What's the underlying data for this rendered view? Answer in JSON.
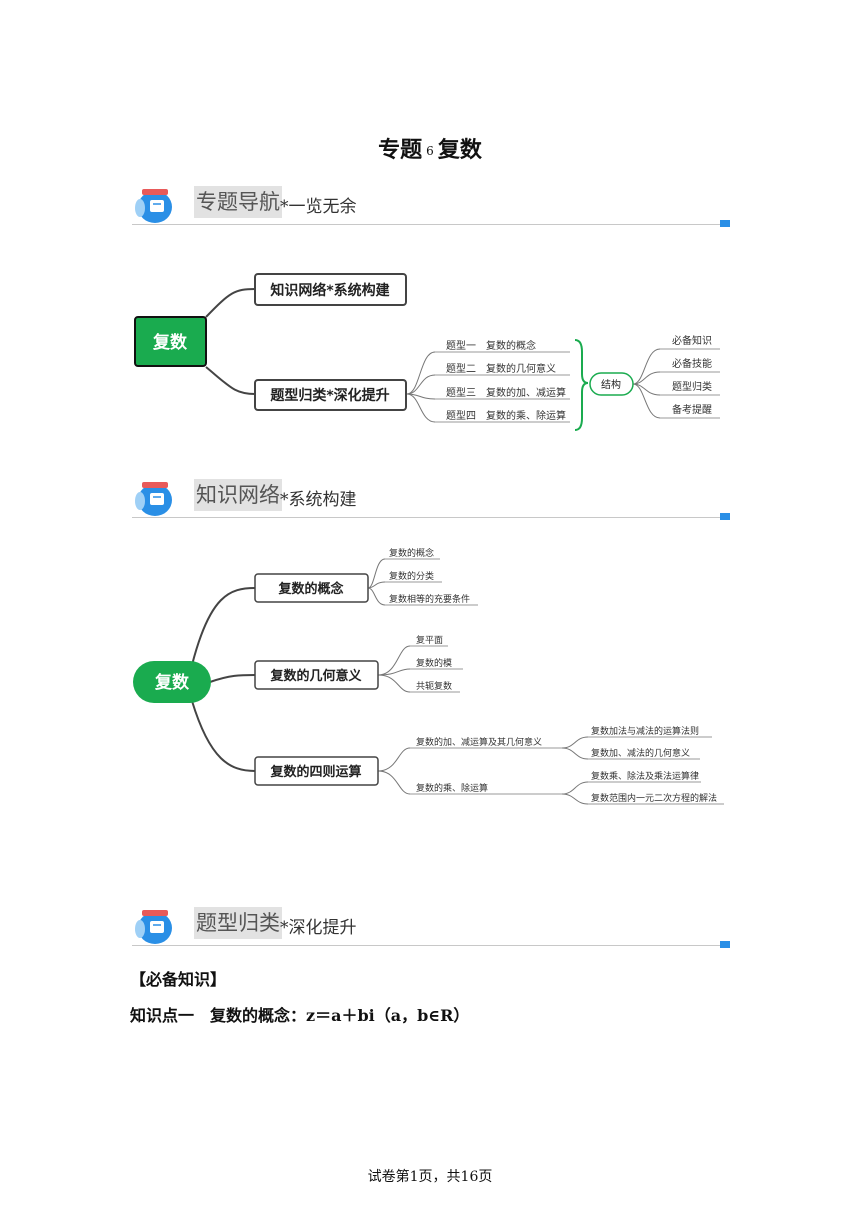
{
  "title": {
    "prefix": "专题",
    "number": "6",
    "suffix": "复数"
  },
  "sections": [
    {
      "label": "专题导航",
      "sub": "*一览无余"
    },
    {
      "label": "知识网络",
      "sub": "*系统构建"
    },
    {
      "label": "题型归类",
      "sub": "*深化提升"
    }
  ],
  "map1": {
    "root": "复数",
    "branches": [
      "知识网络*系统构建",
      "题型归类*深化提升"
    ],
    "types": [
      "题型一　复数的概念",
      "题型二　复数的几何意义",
      "题型三　复数的加、减运算",
      "题型四　复数的乘、除运算"
    ],
    "structure": "结构",
    "parts": [
      "必备知识",
      "必备技能",
      "题型归类",
      "备考提醒"
    ]
  },
  "map2": {
    "root": "复数",
    "branches": [
      {
        "label": "复数的概念",
        "items": [
          "复数的概念",
          "复数的分类",
          "复数相等的充要条件"
        ]
      },
      {
        "label": "复数的几何意义",
        "items": [
          "复平面",
          "复数的模",
          "共轭复数"
        ]
      },
      {
        "label": "复数的四则运算",
        "items": [
          {
            "label": "复数的加、减运算及其几何意义",
            "items": [
              "复数加法与减法的运算法则",
              "复数加、减法的几何意义"
            ]
          },
          {
            "label": "复数的乘、除运算",
            "items": [
              "复数乘、除法及乘法运算律",
              "复数范围内一元二次方程的解法"
            ]
          }
        ]
      }
    ]
  },
  "body": {
    "heading": "【必备知识】",
    "point": "知识点一　复数的概念：z＝a＋bi（a，b∈R）"
  },
  "footer": "试卷第1页，共16页",
  "colors": {
    "green": "#1aab4f",
    "blue": "#2a8fe6",
    "dark": "#333333"
  }
}
